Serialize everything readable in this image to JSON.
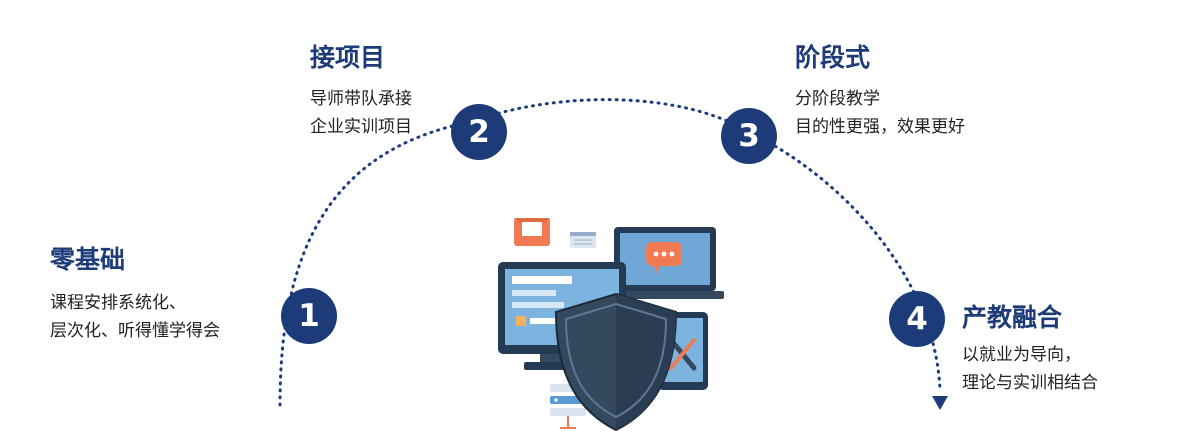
{
  "steps": [
    {
      "number": "1",
      "title": "零基础",
      "lines": [
        "课程安排系统化、",
        "层次化、听得懂学得会"
      ]
    },
    {
      "number": "2",
      "title": "接项目",
      "lines": [
        "导师带队承接",
        "企业实训项目"
      ]
    },
    {
      "number": "3",
      "title": "阶段式",
      "lines": [
        "分阶段教学",
        "目的性更强，效果更好"
      ]
    },
    {
      "number": "4",
      "title": "产教融合",
      "lines": [
        "以就业为导向，",
        "理论与实训相结合"
      ]
    }
  ],
  "colors": {
    "accent": "#1c3b78",
    "text": "#222222",
    "shield_dark": "#34495e",
    "screen_blue": "#5b9bd5",
    "mail_orange": "#f07b52"
  },
  "icons": [
    "arc-dotted-path",
    "arrow-down-icon",
    "mail-icon",
    "calendar-icon",
    "chat-bubble-icon",
    "monitor-icon",
    "laptop-icon",
    "tablet-icon",
    "wrench-icon",
    "shield-icon",
    "server-icon"
  ]
}
